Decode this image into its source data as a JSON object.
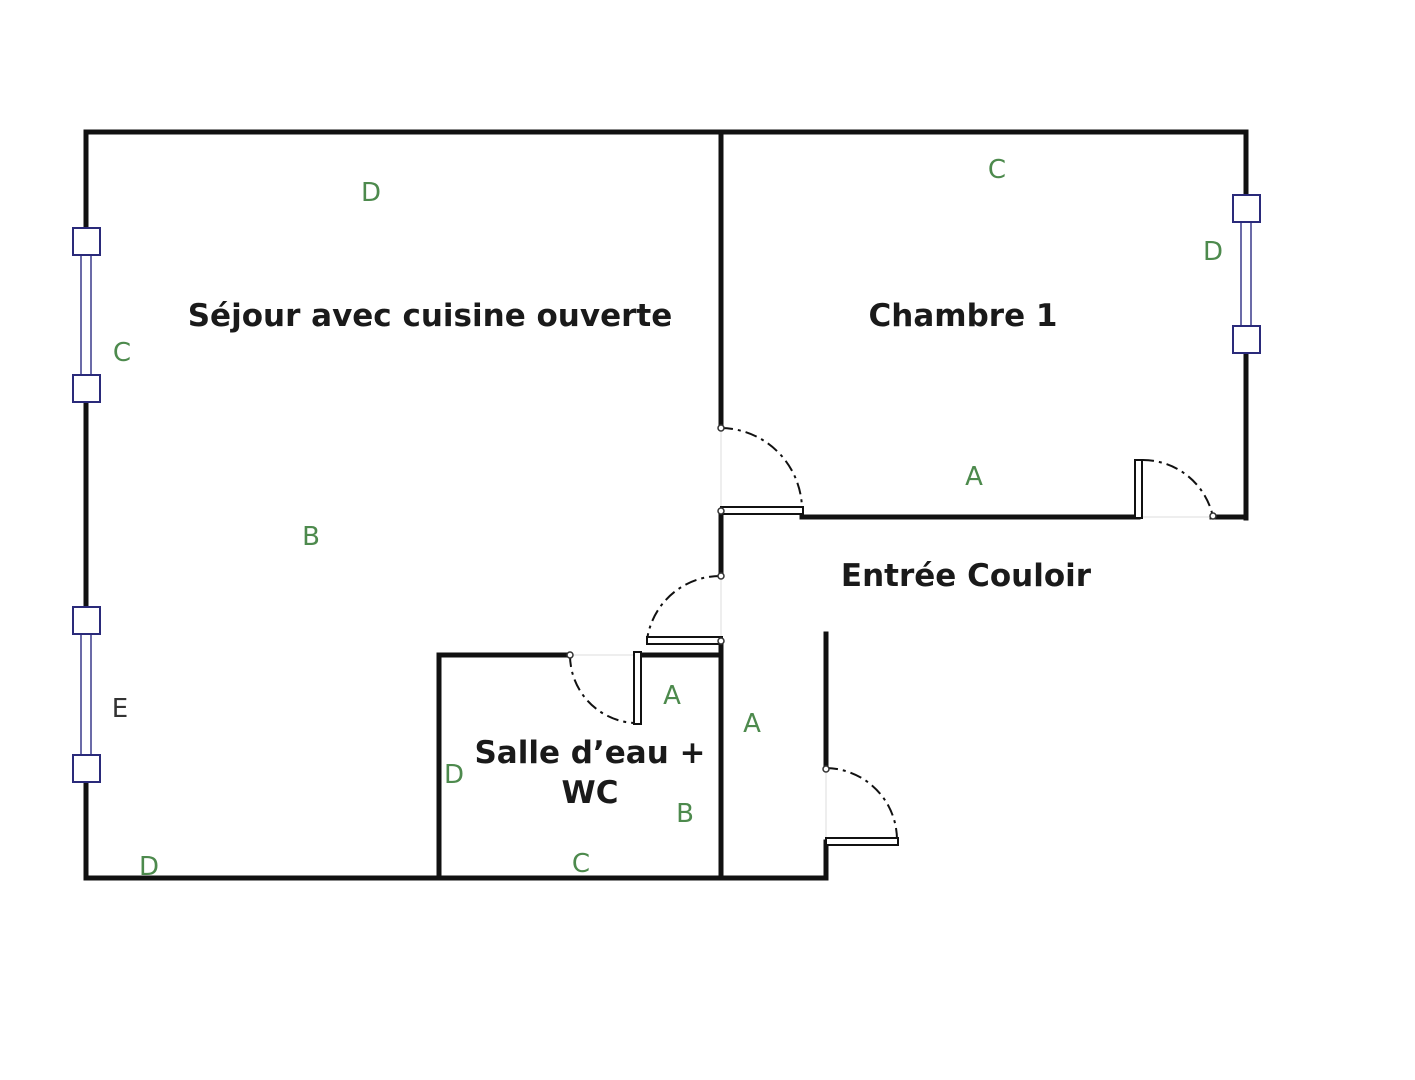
{
  "rooms": {
    "sejour": "Séjour avec cuisine ouverte",
    "chambre": "Chambre 1",
    "entree": "Entrée Couloir",
    "salle_line1": "Salle d’eau +",
    "salle_line2": "WC"
  },
  "wall_labels": {
    "sejour_top": "D",
    "sejour_window_top": "C",
    "sejour_center": "B",
    "sejour_window_bottom": "E",
    "sejour_bottom": "D",
    "chambre_top": "C",
    "chambre_right": "D",
    "chambre_bottom": "A",
    "salle_left": "D",
    "salle_top_right": "A",
    "salle_right": "B",
    "salle_bottom": "C",
    "couloir_left": "A"
  },
  "colors": {
    "walls": "#111111",
    "wall_letters": "#4d8a4d",
    "windows": "#2a2a7a"
  }
}
